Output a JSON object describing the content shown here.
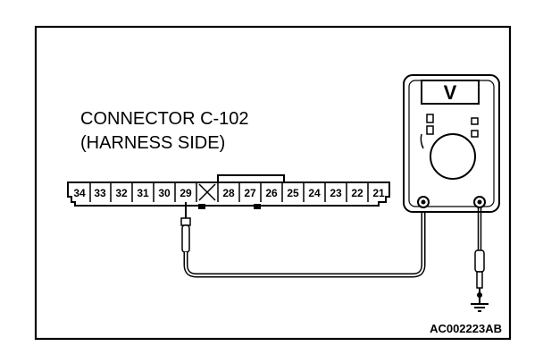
{
  "connector": {
    "title_line1": "CONNECTOR C-102",
    "title_line2": "(HARNESS SIDE)",
    "pins_left": [
      "34",
      "33",
      "32",
      "31",
      "30",
      "29"
    ],
    "pins_right": [
      "28",
      "27",
      "26",
      "25",
      "24",
      "23",
      "22",
      "21"
    ]
  },
  "meter": {
    "mode_symbol": "V"
  },
  "ground_icon": "ground-symbol-icon",
  "reference_code": "AC002223AB"
}
